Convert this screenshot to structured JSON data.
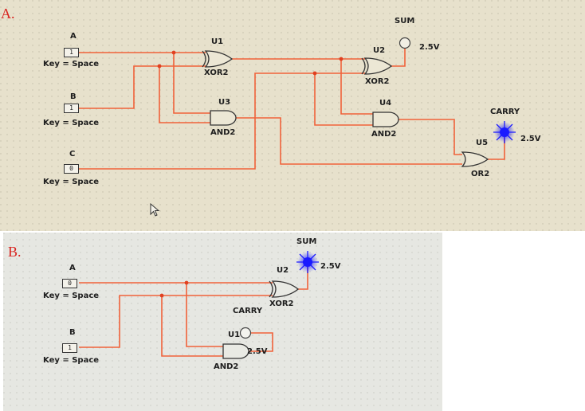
{
  "panel_a": {
    "letter": "A.",
    "switches": [
      {
        "name": "A",
        "value": "1",
        "key": "Key = Space"
      },
      {
        "name": "B",
        "value": "1",
        "key": "Key = Space"
      },
      {
        "name": "C",
        "value": "0",
        "key": "Key = Space"
      }
    ],
    "gates": [
      {
        "ref": "U1",
        "type": "XOR2"
      },
      {
        "ref": "U2",
        "type": "XOR2"
      },
      {
        "ref": "U3",
        "type": "AND2"
      },
      {
        "ref": "U4",
        "type": "AND2"
      },
      {
        "ref": "U5",
        "type": "OR2"
      }
    ],
    "probes": [
      {
        "name": "SUM",
        "voltage": "2.5V",
        "lit": false
      },
      {
        "name": "CARRY",
        "voltage": "2.5V",
        "lit": true
      }
    ]
  },
  "panel_b": {
    "letter": "B.",
    "switches": [
      {
        "name": "A",
        "value": "0",
        "key": "Key = Space"
      },
      {
        "name": "B",
        "value": "1",
        "key": "Key = Space"
      }
    ],
    "gates": [
      {
        "ref": "U2",
        "type": "XOR2"
      },
      {
        "ref": "U1",
        "type": "AND2"
      }
    ],
    "probes": [
      {
        "name": "SUM",
        "voltage": "2.5V",
        "lit": true
      },
      {
        "name": "CARRY",
        "voltage": "2.5V",
        "lit": false
      }
    ]
  },
  "colors": {
    "wire": "#f0623a",
    "probe_lit": "#1a1aff",
    "label_red": "#d8231f"
  }
}
